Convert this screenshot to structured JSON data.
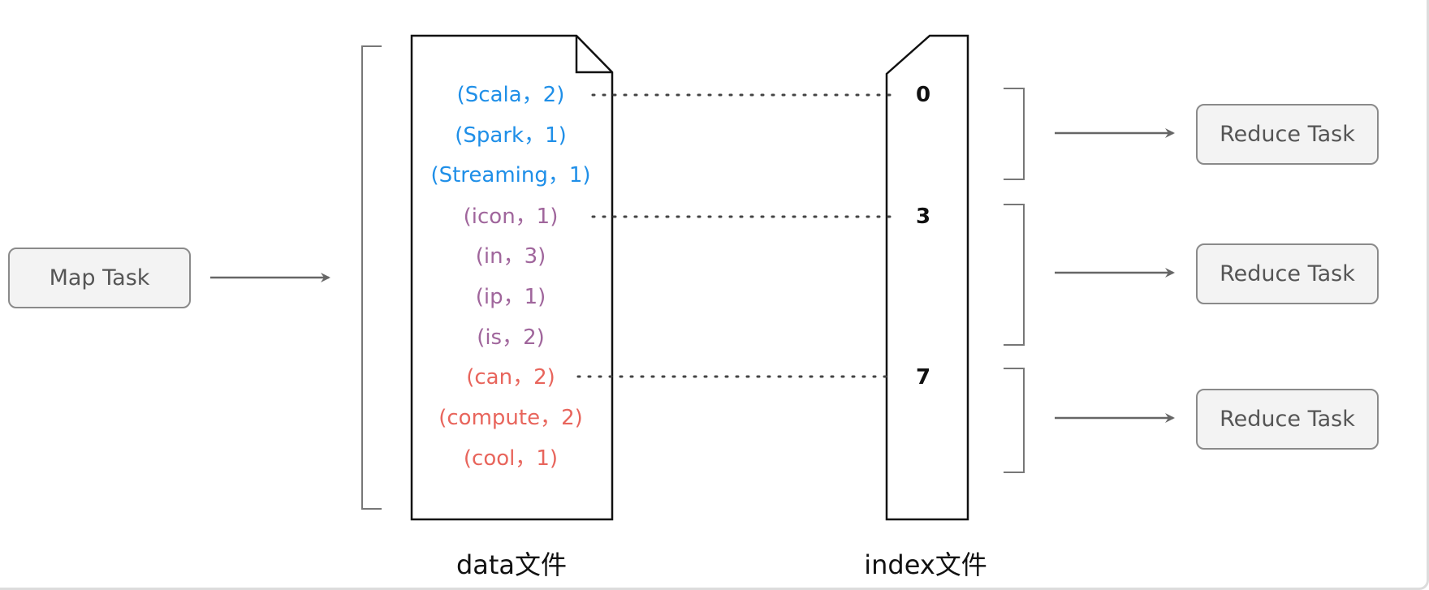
{
  "map_task": {
    "label": "Map Task"
  },
  "data_file": {
    "caption": "data文件",
    "entries": [
      {
        "text": "(Scala，2)",
        "group": "blue"
      },
      {
        "text": "(Spark，1)",
        "group": "blue"
      },
      {
        "text": "(Streaming，1)",
        "group": "blue"
      },
      {
        "text": "(icon，1)",
        "group": "purple"
      },
      {
        "text": "(in，3)",
        "group": "purple"
      },
      {
        "text": "(ip，1)",
        "group": "purple"
      },
      {
        "text": "(is，2)",
        "group": "purple"
      },
      {
        "text": "(can，2)",
        "group": "red"
      },
      {
        "text": "(compute，2)",
        "group": "red"
      },
      {
        "text": "(cool，1)",
        "group": "red"
      }
    ]
  },
  "index_file": {
    "caption": "index文件",
    "offsets": [
      "0",
      "3",
      "7"
    ]
  },
  "reduce_tasks": [
    {
      "label": "Reduce Task"
    },
    {
      "label": "Reduce Task"
    },
    {
      "label": "Reduce Task"
    }
  ],
  "colors": {
    "blue": "#1f8fe8",
    "purple": "#a0669c",
    "red": "#e8655c",
    "line": "#111111",
    "arrow": "#666666",
    "bracket": "#777777",
    "dots": "#444444"
  }
}
